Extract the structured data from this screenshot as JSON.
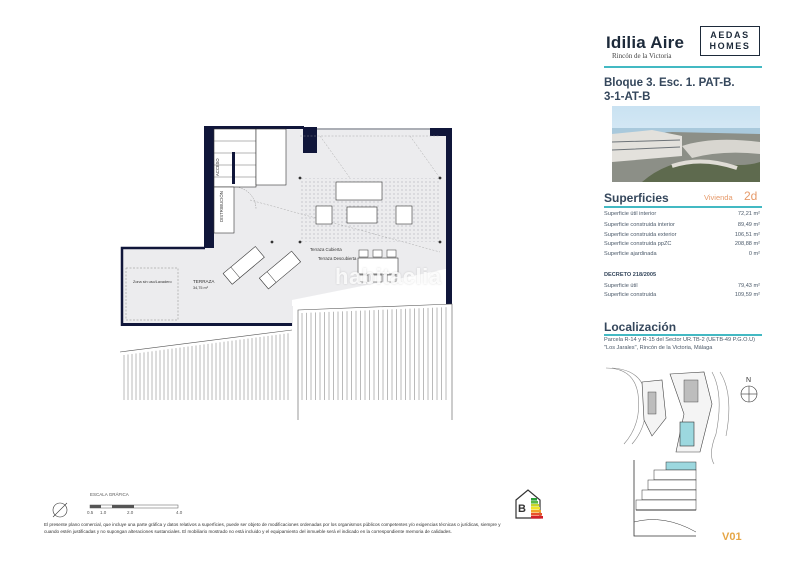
{
  "brand": {
    "name": "Idilia Aire",
    "subtitle": "Rincón de la Victoria",
    "logo_line1": "AEDAS",
    "logo_line2": "HOMES"
  },
  "unit": {
    "line1": "Bloque 3. Esc. 1. PAT-B.",
    "line2": "3-1-AT-B"
  },
  "superficies": {
    "title": "Superficies",
    "tipo": "Vivienda",
    "dormitorios": "2d",
    "rows": [
      {
        "label": "Superficie útil interior",
        "value": "72,21 m²"
      },
      {
        "label": "Superficie construida interior",
        "value": "89,49 m²"
      },
      {
        "label": "Superficie construida exterior",
        "value": "106,51 m²"
      },
      {
        "label": "Superficie construida ppZC",
        "value": "208,88 m²"
      },
      {
        "label": "Superficie ajardinada",
        "value": "0 m²"
      }
    ],
    "decreto_title": "DECRETO 218/2005",
    "decreto_rows": [
      {
        "label": "Superficie útil",
        "value": "79,43 m²"
      },
      {
        "label": "Superficie construida",
        "value": "109,59 m²"
      }
    ]
  },
  "localizacion": {
    "title": "Localización",
    "text1": "Parcela R-14 y R-15 del Sector UR.TB-2 (UETB-49 P.G.O.U)",
    "text2": "\"Los Jarales\", Rincón de la Victoria, Málaga"
  },
  "compass": {
    "north": "N"
  },
  "plan_labels": {
    "distribucion": "DISTRIBUCIÓN",
    "acceso": "ACCESO",
    "terraza": "TERRAZA",
    "terraza_area": "34,75 m²",
    "zona": "Zona sin uso/Lavadero",
    "cubierta": "Terraza Cubierta",
    "descubierta": "Terraza Descubierta"
  },
  "scale": {
    "title": "ESCALA GRÁFICA",
    "ticks": [
      "0.5",
      "1.0",
      "2.0",
      "4.0"
    ]
  },
  "energy_label": "B",
  "watermark": "habitaclia",
  "page_code": "V01",
  "disclaimer": {
    "line1": "El presente plano comercial, que incluye una parte gráfica y datos relativos a superficies, puede ser objeto de modificaciones ordenadas por los organismos públicos competentes y/o exigencias técnicas o jurídicas, siempre y",
    "line2": "cuando estén justificadas y no supongan alteraciones sustanciales. El mobiliario mostrado no está incluido y el equipamiento del inmueble será el indicado en la correspondiente memoria de calidades."
  },
  "colors": {
    "accent": "#43b9c3",
    "highlight": "#e69a6a",
    "code": "#e6a646",
    "wall": "#10163a",
    "text": "#35475c"
  }
}
